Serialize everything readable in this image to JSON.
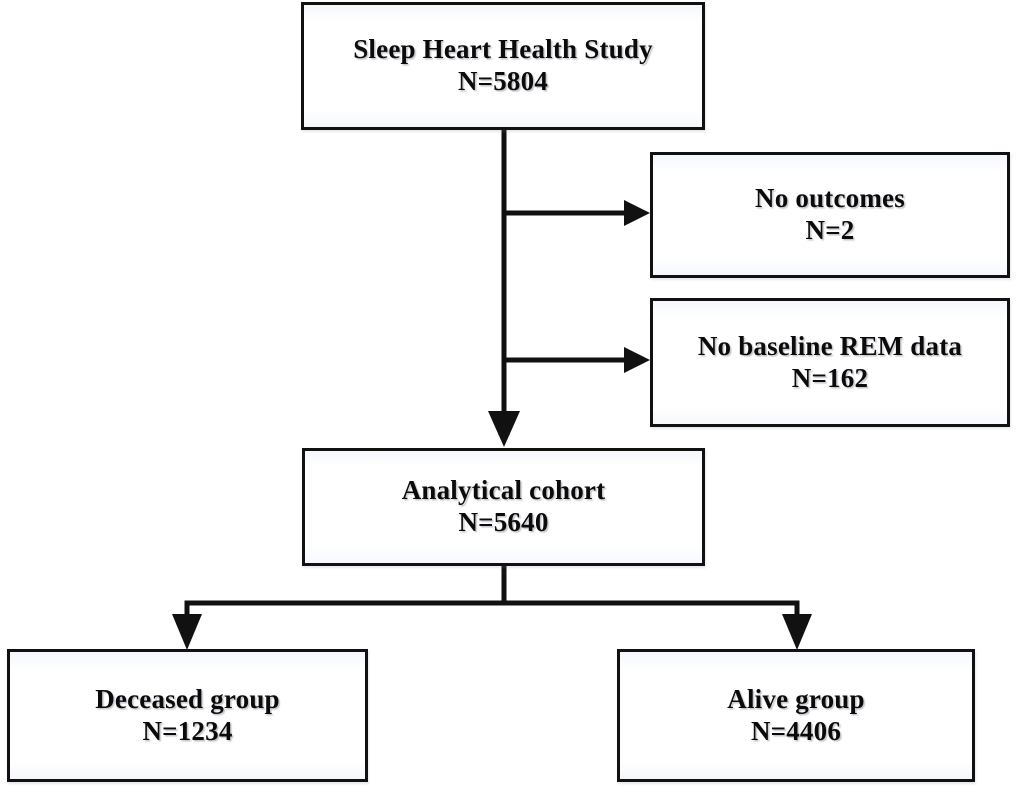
{
  "diagram": {
    "type": "study-flow-diagram",
    "nodes": {
      "source": {
        "title": "Sleep Heart Health Study",
        "count": "N=5804"
      },
      "exclusion_1": {
        "title": "No outcomes",
        "count": "N=2"
      },
      "exclusion_2": {
        "title": "No baseline REM data",
        "count": "N=162"
      },
      "cohort": {
        "title": "Analytical cohort",
        "count": "N=5640"
      },
      "deceased": {
        "title": "Deceased group",
        "count": "N=1234"
      },
      "alive": {
        "title": "Alive group",
        "count": "N=4406"
      }
    },
    "colors": {
      "stroke": "#111111",
      "box_fill": "#ffffff",
      "text": "#0b0b0b"
    }
  }
}
